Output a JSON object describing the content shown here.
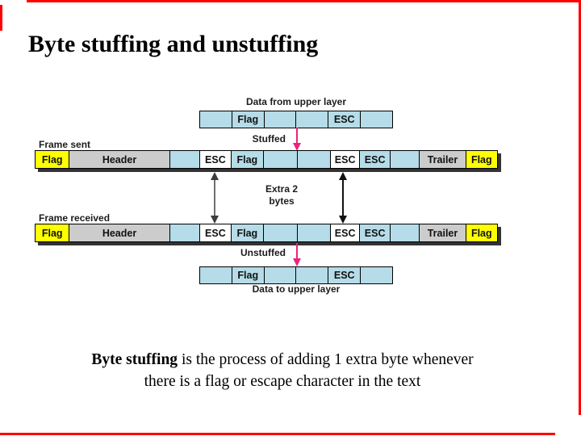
{
  "slide": {
    "title": "Byte stuffing and unstuffing",
    "caption": {
      "bold": "Byte stuffing",
      "line1_rest": " is the process of adding 1 extra byte whenever",
      "line2": "there is a flag or escape character in the text"
    }
  },
  "diagram": {
    "labels": {
      "data_from_upper_layer": "Data from upper layer",
      "stuffed": "Stuffed",
      "frame_sent": "Frame sent",
      "extra_bytes_line1": "Extra 2",
      "extra_bytes_line2": "bytes",
      "frame_received": "Frame received",
      "unstuffed": "Unstuffed",
      "data_to_upper_layer": "Data to upper layer"
    },
    "data_cells": [
      {
        "label": "",
        "type": "data",
        "w": 40
      },
      {
        "label": "Flag",
        "type": "data",
        "w": 40
      },
      {
        "label": "",
        "type": "data",
        "w": 40
      },
      {
        "label": "",
        "type": "data",
        "w": 40
      },
      {
        "label": "ESC",
        "type": "data",
        "w": 40
      },
      {
        "label": "",
        "type": "data",
        "w": 40
      }
    ],
    "frame_cells": [
      {
        "label": "Flag",
        "type": "flag",
        "w": 42
      },
      {
        "label": "Header",
        "type": "header",
        "w": 125
      },
      {
        "label": "",
        "type": "data",
        "w": 37
      },
      {
        "label": "ESC",
        "type": "stuffed",
        "w": 38
      },
      {
        "label": "Flag",
        "type": "data",
        "w": 40
      },
      {
        "label": "",
        "type": "data",
        "w": 42
      },
      {
        "label": "",
        "type": "data",
        "w": 40
      },
      {
        "label": "ESC",
        "type": "stuffed",
        "w": 36
      },
      {
        "label": "ESC",
        "type": "data",
        "w": 37
      },
      {
        "label": "",
        "type": "data",
        "w": 36
      },
      {
        "label": "Trailer",
        "type": "header",
        "w": 57
      },
      {
        "label": "Flag",
        "type": "flag",
        "w": 39
      }
    ],
    "colors": {
      "cell_blue": "#b5dce8",
      "cell_yellow": "#ffff00",
      "cell_gray": "#cccccc",
      "cell_white": "#ffffff",
      "arrow_magenta": "#e8257e",
      "border_red": "#ff0000",
      "row_shadow": "#333333"
    }
  }
}
